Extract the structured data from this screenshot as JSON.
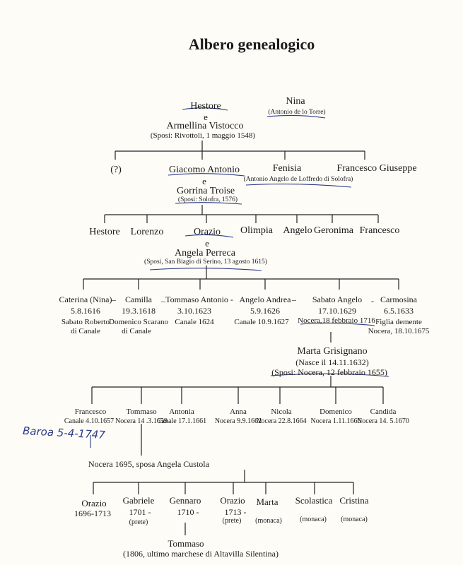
{
  "title": "Albero genealogico",
  "gen1": {
    "hestore": "Hestore",
    "e": "e",
    "spouse": "Armellina Vistocco",
    "marriage": "(Sposi: Rivottoli, 1 maggio 1548)",
    "nina": "Nina",
    "nina_note": "(Antonio de lo Torre)"
  },
  "gen2": {
    "unknown": "(?)",
    "giacomo": "Giacomo Antonio",
    "e": "e",
    "gorrina": "Gorrina Troise",
    "marriage": "(Sposi: Solofra, 1576)",
    "fenisia": "Fenisia",
    "fenisia_note": "(Antonio Angelo de Loffredo di Solofra)",
    "francesco_giuseppe": "Francesco Giuseppe"
  },
  "gen3": {
    "hestore": "Hestore",
    "lorenzo": "Lorenzo",
    "orazio": "Orazio",
    "e": "e",
    "angela": "Angela Perreca",
    "marriage": "(Sposi, San Biagio di Serino, 13 agosto 1615)",
    "olimpia": "Olimpia",
    "angelo": "Angelo",
    "geronima": "Geronima",
    "francesco": "Francesco"
  },
  "gen4": {
    "caterina": "Caterina (Nina)",
    "caterina_d": "5.8.1616",
    "caterina_n1": "Sabato Roberto",
    "caterina_n2": "di Canale",
    "dash1": "–",
    "camilla": "Camilla",
    "camilla_d": "19.3.1618",
    "camilla_n1": "Domenico Scarano",
    "camilla_n2": "di Canale",
    "dash2": "–",
    "tommaso": "Tommaso Antonio -",
    "tommaso_d": "3.10.1623",
    "tommaso_n": "Canale 1624",
    "angelo_andrea": "Angelo Andrea",
    "angelo_andrea_d": "5.9.1626",
    "angelo_andrea_n": "Canale 10.9.1627",
    "dash3": "–",
    "sabato": "Sabato Angelo",
    "sabato_d": "17.10.1629",
    "sabato_n": "Nocera,18 febbraio 1716",
    "dash4": "-",
    "carmosina": "Carmosina",
    "carmosina_d": "6.5.1633",
    "carmosina_n1": "Figlia demente",
    "carmosina_n2": "Nocera, 18.10.1675"
  },
  "marta_block": {
    "name": "Marta Grisignano",
    "born": "(Nasce il 14.11.1632)",
    "marriage": "(Sposi: Nocera, 12 febbraio 1655)"
  },
  "gen5": {
    "francesco": "Francesco",
    "francesco_n": "Canale 4.10.1657",
    "tommaso": "Tommaso",
    "tommaso_n": "Nocera 14 .3.1659",
    "antonia": "Antonia",
    "antonia_n": "Canale 17.1.1661",
    "anna": "Anna",
    "anna_n": "Nocera 9.9.1662",
    "nicola": "Nicola",
    "nicola_n": "Nocera 22.8.1664",
    "domenico": "Domenico",
    "domenico_n": "Nocera 1.11.1666",
    "candida": "Candida",
    "candida_n": "Nocera 14. 5.1670"
  },
  "handwritten": "Baroa 5-4-1747",
  "tommaso_marriage": "Nocera 1695, sposa Angela Custola",
  "gen6": {
    "orazio1": "Orazio",
    "orazio1_d": "1696-1713",
    "gabriele": "Gabriele",
    "gabriele_d": "1701 -",
    "gabriele_n": "(prete)",
    "gennaro": "Gennaro",
    "gennaro_d": "1710 -",
    "orazio2": "Orazio",
    "orazio2_d": "1713 -",
    "orazio2_n": "(prete)",
    "marta": "Marta",
    "marta_n": "(monaca)",
    "scolastica": "Scolastica",
    "scolastica_n": "(monaca)",
    "cristina": "Cristina",
    "cristina_n": "(monaca)"
  },
  "gen7": {
    "tommaso": "Tommaso",
    "note": "(1806, ultimo marchese di Altavilla Silentina)"
  }
}
